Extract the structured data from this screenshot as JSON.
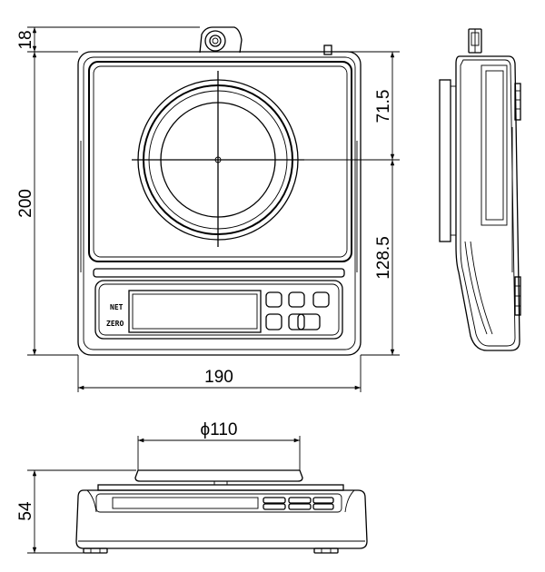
{
  "dimensions": {
    "top_offset": "18",
    "total_height": "200",
    "upper_height": "71.5",
    "lower_height": "128.5",
    "width": "190",
    "pan_diameter": "ϕ110",
    "side_height": "54"
  },
  "display": {
    "net_label": "NET",
    "zero_label": "ZERO"
  }
}
